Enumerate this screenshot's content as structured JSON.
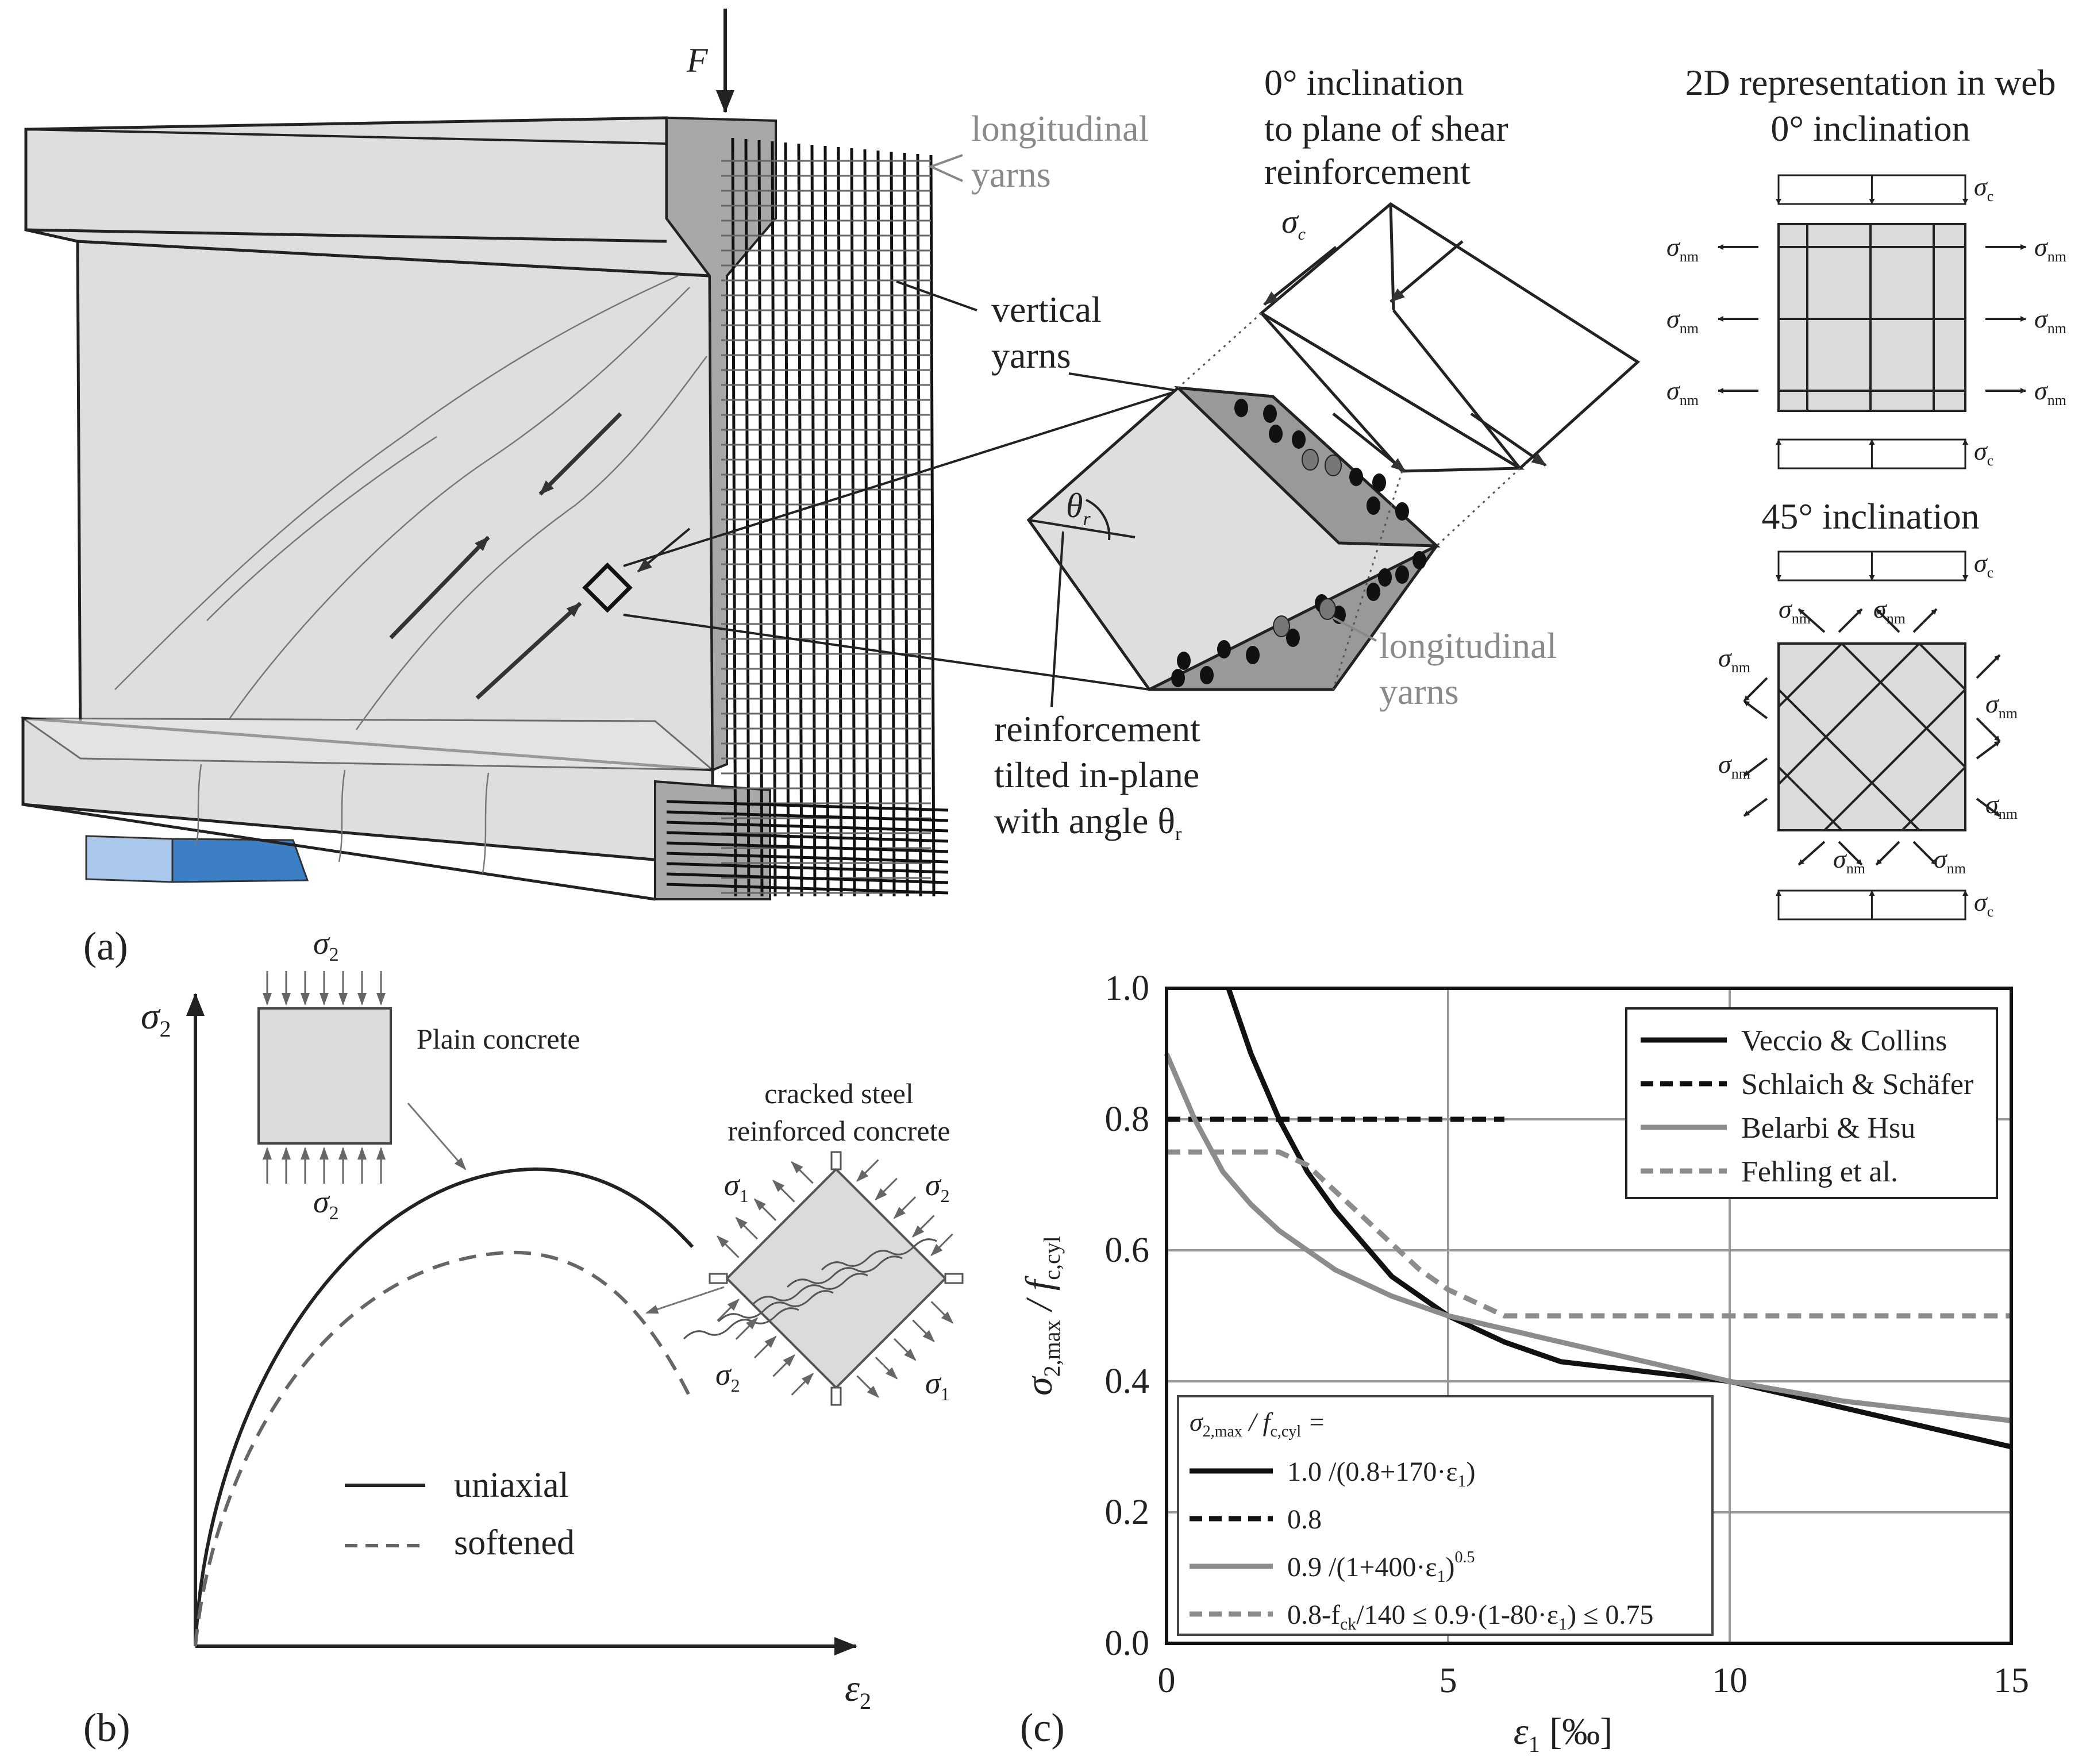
{
  "panel_a": {
    "label": "(a)",
    "force": "F",
    "longitudinal_yarns_top": [
      "longitudinal",
      "yarns"
    ],
    "vertical_yarns": [
      "vertical",
      "yarns"
    ],
    "inclination_0": [
      "0° inclination",
      "to plane of shear",
      "reinforcement"
    ],
    "sigma_c": "σ",
    "sigma_c_sub": "c",
    "theta": "θ",
    "theta_sub": "r",
    "reinforcement_tilted": [
      "reinforcement",
      "tilted in-plane",
      "with angle θ"
    ],
    "reinforcement_tilted_sub": "r",
    "longitudinal_yarns_cube": [
      "longitudinal",
      "yarns"
    ],
    "rep_2d_title": [
      "2D representation in web",
      "0° inclination"
    ],
    "inclination_45": "45° inclination",
    "sigma_nm": "σ",
    "sigma_nm_sub": "nm"
  },
  "panel_b": {
    "label": "(b)",
    "y_axis": "σ",
    "y_axis_sub": "2",
    "x_axis": "ε",
    "x_axis_sub": "2",
    "plain_concrete": "Plain concrete",
    "cracked_label": [
      "cracked steel",
      "reinforced concrete"
    ],
    "sigma1": "σ",
    "sigma1_sub": "1",
    "sigma2": "σ",
    "sigma2_sub": "2",
    "legend": [
      {
        "label": "uniaxial",
        "style": "solid"
      },
      {
        "label": "softened",
        "style": "dashed"
      }
    ]
  },
  "chart_data": {
    "type": "line",
    "panel_label": "(c)",
    "xlabel": "ε",
    "xlabel_sub": "1",
    "xlabel_unit": " [‰]",
    "ylabel": "σ",
    "ylabel_sub": "2,max",
    "ylabel_rest": "  / f",
    "ylabel_rest_sub": "c,cyl",
    "xlim": [
      0,
      15
    ],
    "ylim": [
      0,
      1.0
    ],
    "x_ticks": [
      "0",
      "5",
      "10",
      "15"
    ],
    "y_ticks": [
      "0.0",
      "0.2",
      "0.4",
      "0.6",
      "0.8",
      "1.0"
    ],
    "grid": true,
    "legend_position": "top-right",
    "series": [
      {
        "name": "Veccio & Collins",
        "color": "#111111",
        "style": "solid",
        "x": [
          1.1,
          1.5,
          2,
          2.5,
          3,
          4,
          5,
          6,
          7,
          8,
          9,
          10,
          11,
          12,
          13,
          14,
          15
        ],
        "y": [
          1.0,
          0.9,
          0.8,
          0.72,
          0.66,
          0.56,
          0.5,
          0.46,
          0.43,
          0.42,
          0.41,
          0.4,
          0.38,
          0.36,
          0.34,
          0.32,
          0.3
        ]
      },
      {
        "name": "Schlaich & Schäfer",
        "color": "#111111",
        "style": "dashed",
        "x": [
          0,
          6
        ],
        "y": [
          0.8,
          0.8
        ]
      },
      {
        "name": "Belarbi & Hsu",
        "color": "#8c8c8c",
        "style": "solid",
        "x": [
          0,
          0.5,
          1,
          1.5,
          2,
          3,
          4,
          5,
          6,
          7,
          8,
          10,
          12,
          15
        ],
        "y": [
          0.9,
          0.8,
          0.72,
          0.67,
          0.63,
          0.57,
          0.53,
          0.5,
          0.48,
          0.46,
          0.44,
          0.4,
          0.37,
          0.34
        ]
      },
      {
        "name": "Fehling et al.",
        "color": "#8c8c8c",
        "style": "dashed",
        "x": [
          0,
          2,
          2.5,
          3,
          3.5,
          4,
          4.5,
          5,
          5.5,
          6,
          15
        ],
        "y": [
          0.75,
          0.75,
          0.73,
          0.69,
          0.65,
          0.61,
          0.57,
          0.54,
          0.52,
          0.5,
          0.5
        ]
      }
    ],
    "formula_box": {
      "header": "σ",
      "header_sub": "2,max",
      "header_rest": " / f",
      "header_rest_sub": "c,cyl",
      "header_eq": " =",
      "rows": [
        {
          "text": "1.0 /(0.8+170·ε",
          "sub": "1",
          "tail": ")",
          "color": "#111111",
          "style": "solid"
        },
        {
          "text": "0.8",
          "sub": "",
          "tail": "",
          "color": "#111111",
          "style": "dashed"
        },
        {
          "text": "0.9 /(1+400·ε",
          "sub": "1",
          "tail": ")",
          "sup": "0.5",
          "color": "#8c8c8c",
          "style": "solid"
        },
        {
          "text": "0.8-f",
          "sub": "ck",
          "tail": "/140 ≤ 0.9·(1-80·ε",
          "sub2": "1",
          "tail2": ") ≤ 0.75",
          "color": "#8c8c8c",
          "style": "dashed"
        }
      ]
    }
  }
}
